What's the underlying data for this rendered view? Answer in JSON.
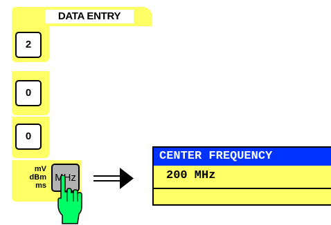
{
  "data_entry": {
    "title": "DATA ENTRY",
    "keys": [
      "2",
      "0",
      "0"
    ],
    "unit_labels": [
      "mV",
      "dBm",
      "ms"
    ],
    "unit_key_label": "MHz"
  },
  "display": {
    "title": "CENTER FREQUENCY",
    "value": "200 MHz"
  },
  "colors": {
    "panel": "#ffff66",
    "title_bar": "#0033ff",
    "hand": "#00ff66",
    "unit_key": "#b3b3b3"
  }
}
